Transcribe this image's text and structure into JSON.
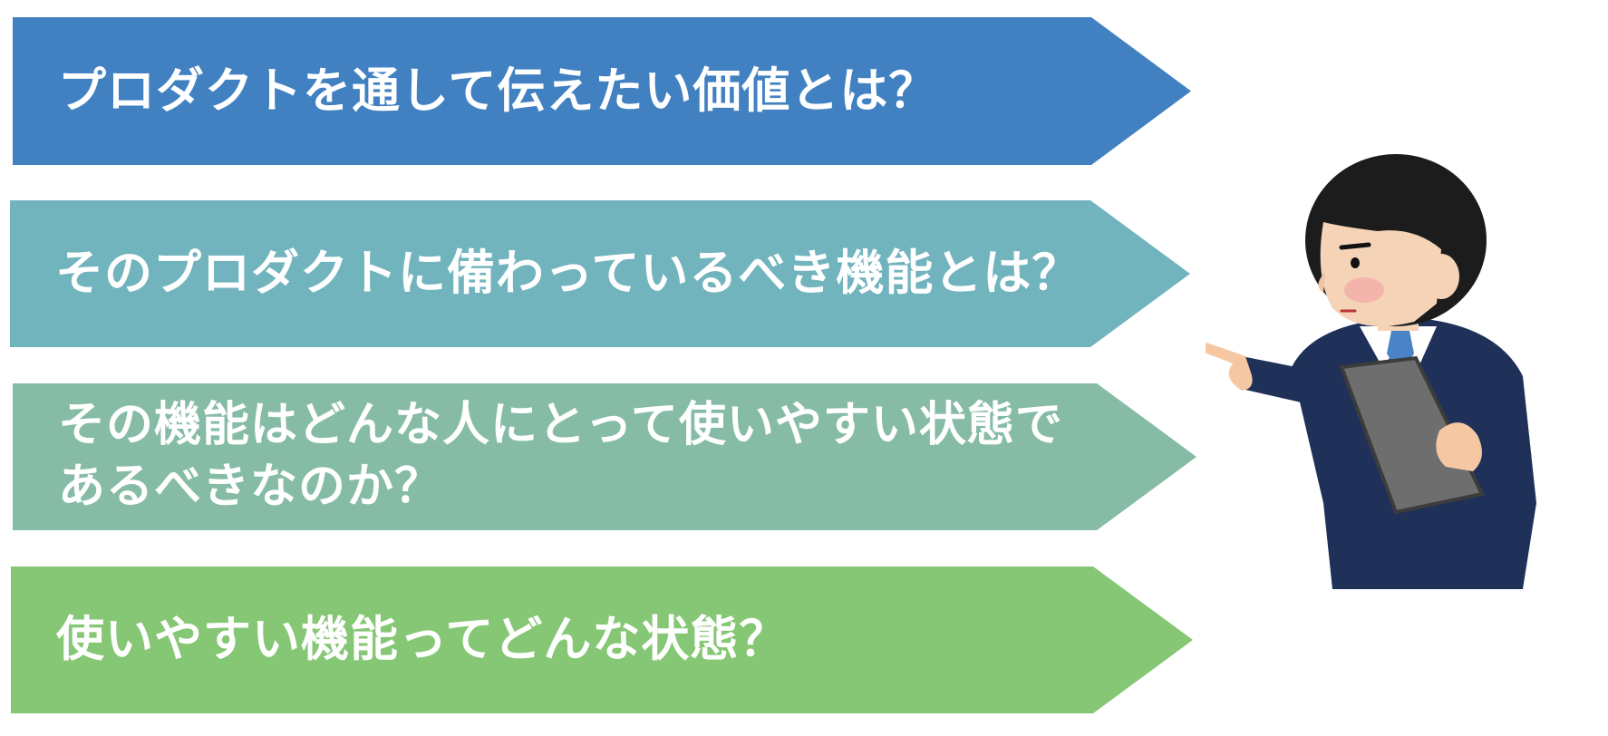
{
  "steps": [
    {
      "text": "プロダクトを通して伝えたい価値とは？",
      "color": "#4181c2"
    },
    {
      "text": "そのプロダクトに備わっているべき機能とは？",
      "color": "#72b4be"
    },
    {
      "text_lines": [
        "その機能はどんな人にとって使いやすい状態で",
        "あるべきなのか？"
      ],
      "color": "#86bca6"
    },
    {
      "text": "使いやすい機能ってどんな状態？",
      "color": "#85c774"
    }
  ],
  "illustration": {
    "icon": "businessman-pointing-icon"
  }
}
